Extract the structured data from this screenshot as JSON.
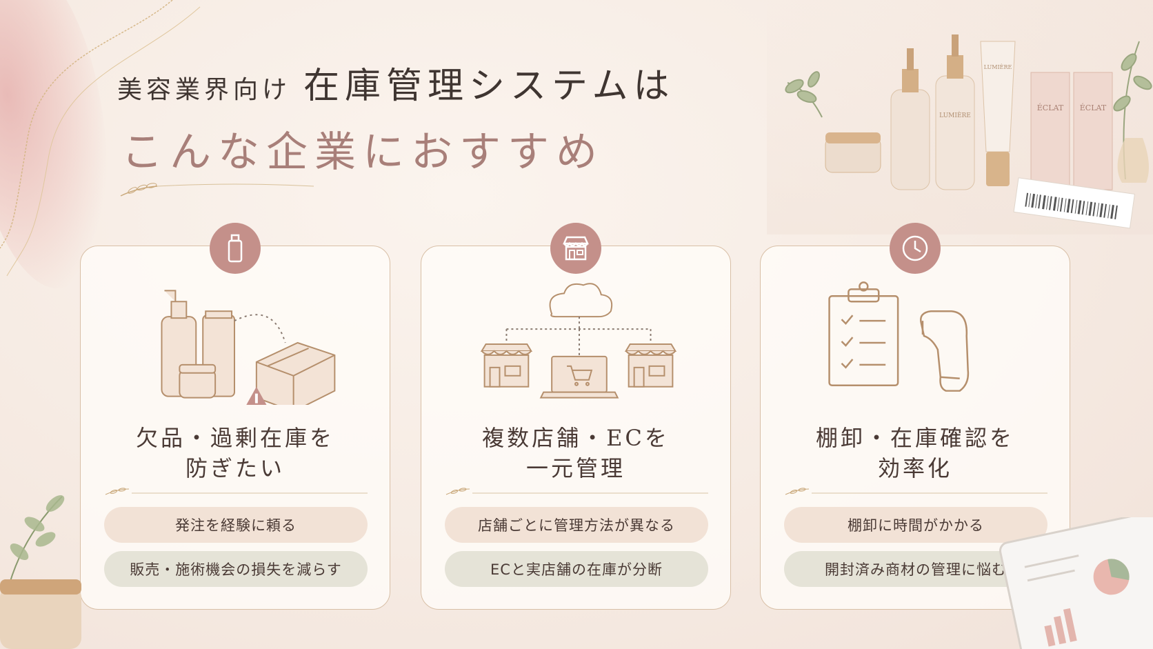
{
  "title": {
    "prefix": "美容業界向け",
    "main": "在庫管理システムは",
    "line2": "こんな企業におすすめ"
  },
  "colors": {
    "accent": "#c4908a",
    "gold": "#c9a87a",
    "pill_top": "#f2e2d6",
    "pill_bottom": "#e5e3d7",
    "title_pink": "#a87f79"
  },
  "cards": [
    {
      "badge_icon": "bottle-icon",
      "illustration": "cosmetics-box-warning",
      "heading_line1": "欠品・過剰在庫を",
      "heading_line2": "防ぎたい",
      "pills": [
        "発注を経験に頼る",
        "販売・施術機会の損失を減らす"
      ]
    },
    {
      "badge_icon": "store-icon",
      "illustration": "cloud-stores-laptop",
      "heading_line1": "複数店舗・ECを",
      "heading_line2": "一元管理",
      "pills": [
        "店舗ごとに管理方法が異なる",
        "ECと実店舗の在庫が分断"
      ]
    },
    {
      "badge_icon": "clock-icon",
      "illustration": "clipboard-scanner",
      "heading_line1": "棚卸・在庫確認を",
      "heading_line2": "効率化",
      "pills": [
        "棚卸に時間がかかる",
        "開封済み商材の管理に悩む"
      ]
    }
  ],
  "product_labels": {
    "lumiere": "LUMIÈRE",
    "eclat": "ÉCLAT"
  }
}
